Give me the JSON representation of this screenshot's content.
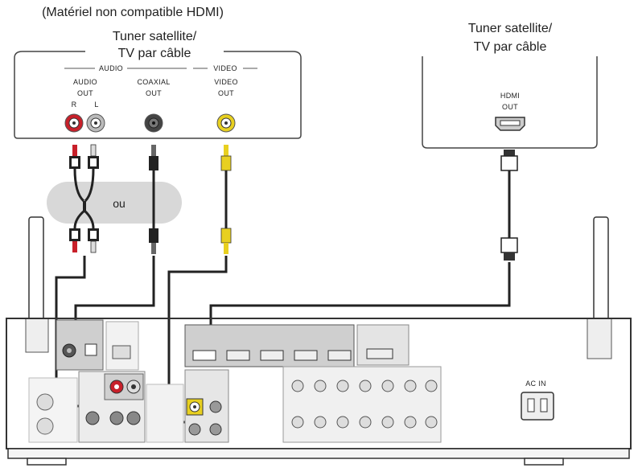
{
  "left_device": {
    "note": "(Matériel non compatible HDMI)",
    "title_line1": "Tuner satellite/",
    "title_line2": "TV par câble",
    "group_audio": "AUDIO",
    "group_video": "VIDEO",
    "audio_out_line1": "AUDIO",
    "audio_out_line2": "OUT",
    "r": "R",
    "l": "L",
    "coaxial_line1": "COAXIAL",
    "coaxial_line2": "OUT",
    "video_line1": "VIDEO",
    "video_line2": "OUT"
  },
  "right_device": {
    "title_line1": "Tuner satellite/",
    "title_line2": "TV par câble",
    "hdmi_line1": "HDMI",
    "hdmi_line2": "OUT"
  },
  "ou_label": "ou",
  "receiver": {
    "ac_in": "AC IN"
  },
  "colors": {
    "red": "#c8202a",
    "white": "#e8e8e8",
    "yellow": "#e8d020",
    "black": "#222222",
    "grey_band": "#d8d8d8"
  }
}
